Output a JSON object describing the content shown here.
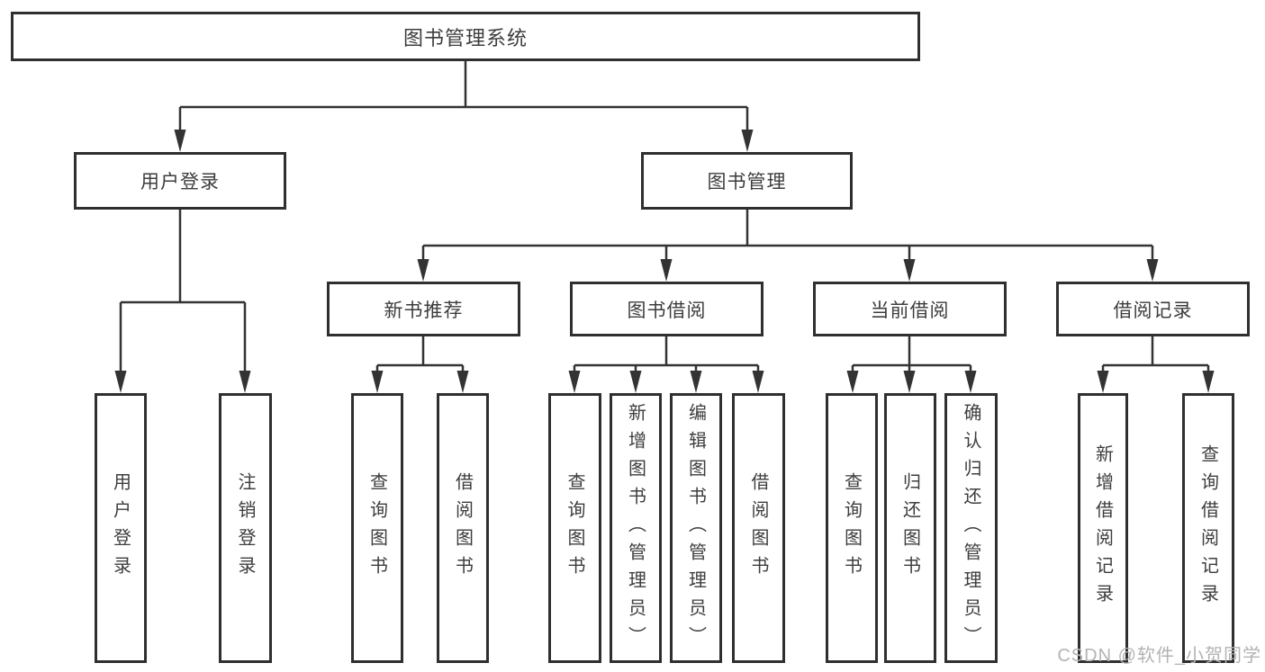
{
  "tree": {
    "label": "图书管理系统",
    "children": [
      {
        "label": "用户登录",
        "children": [
          {
            "label": "用户登录"
          },
          {
            "label": "注销登录"
          }
        ]
      },
      {
        "label": "图书管理",
        "children": [
          {
            "label": "新书推荐",
            "children": [
              {
                "label": "查询图书"
              },
              {
                "label": "借阅图书"
              }
            ]
          },
          {
            "label": "图书借阅",
            "children": [
              {
                "label": "查询图书"
              },
              {
                "label": "新增图书（管理员）"
              },
              {
                "label": "编辑图书（管理员）"
              },
              {
                "label": "借阅图书"
              }
            ]
          },
          {
            "label": "当前借阅",
            "children": [
              {
                "label": "查询图书"
              },
              {
                "label": "归还图书"
              },
              {
                "label": "确认归还（管理员）"
              }
            ]
          },
          {
            "label": "借阅记录",
            "children": [
              {
                "label": "新增借阅记录"
              },
              {
                "label": "查询借阅记录"
              }
            ]
          }
        ]
      }
    ]
  },
  "watermark": "CSDN @软件_小贺同学",
  "colors": {
    "line": "#333333",
    "box_border": "#2f2f2f",
    "text": "#3d3d3d",
    "watermark": "#b3b3b3",
    "background": "#ffffff"
  }
}
